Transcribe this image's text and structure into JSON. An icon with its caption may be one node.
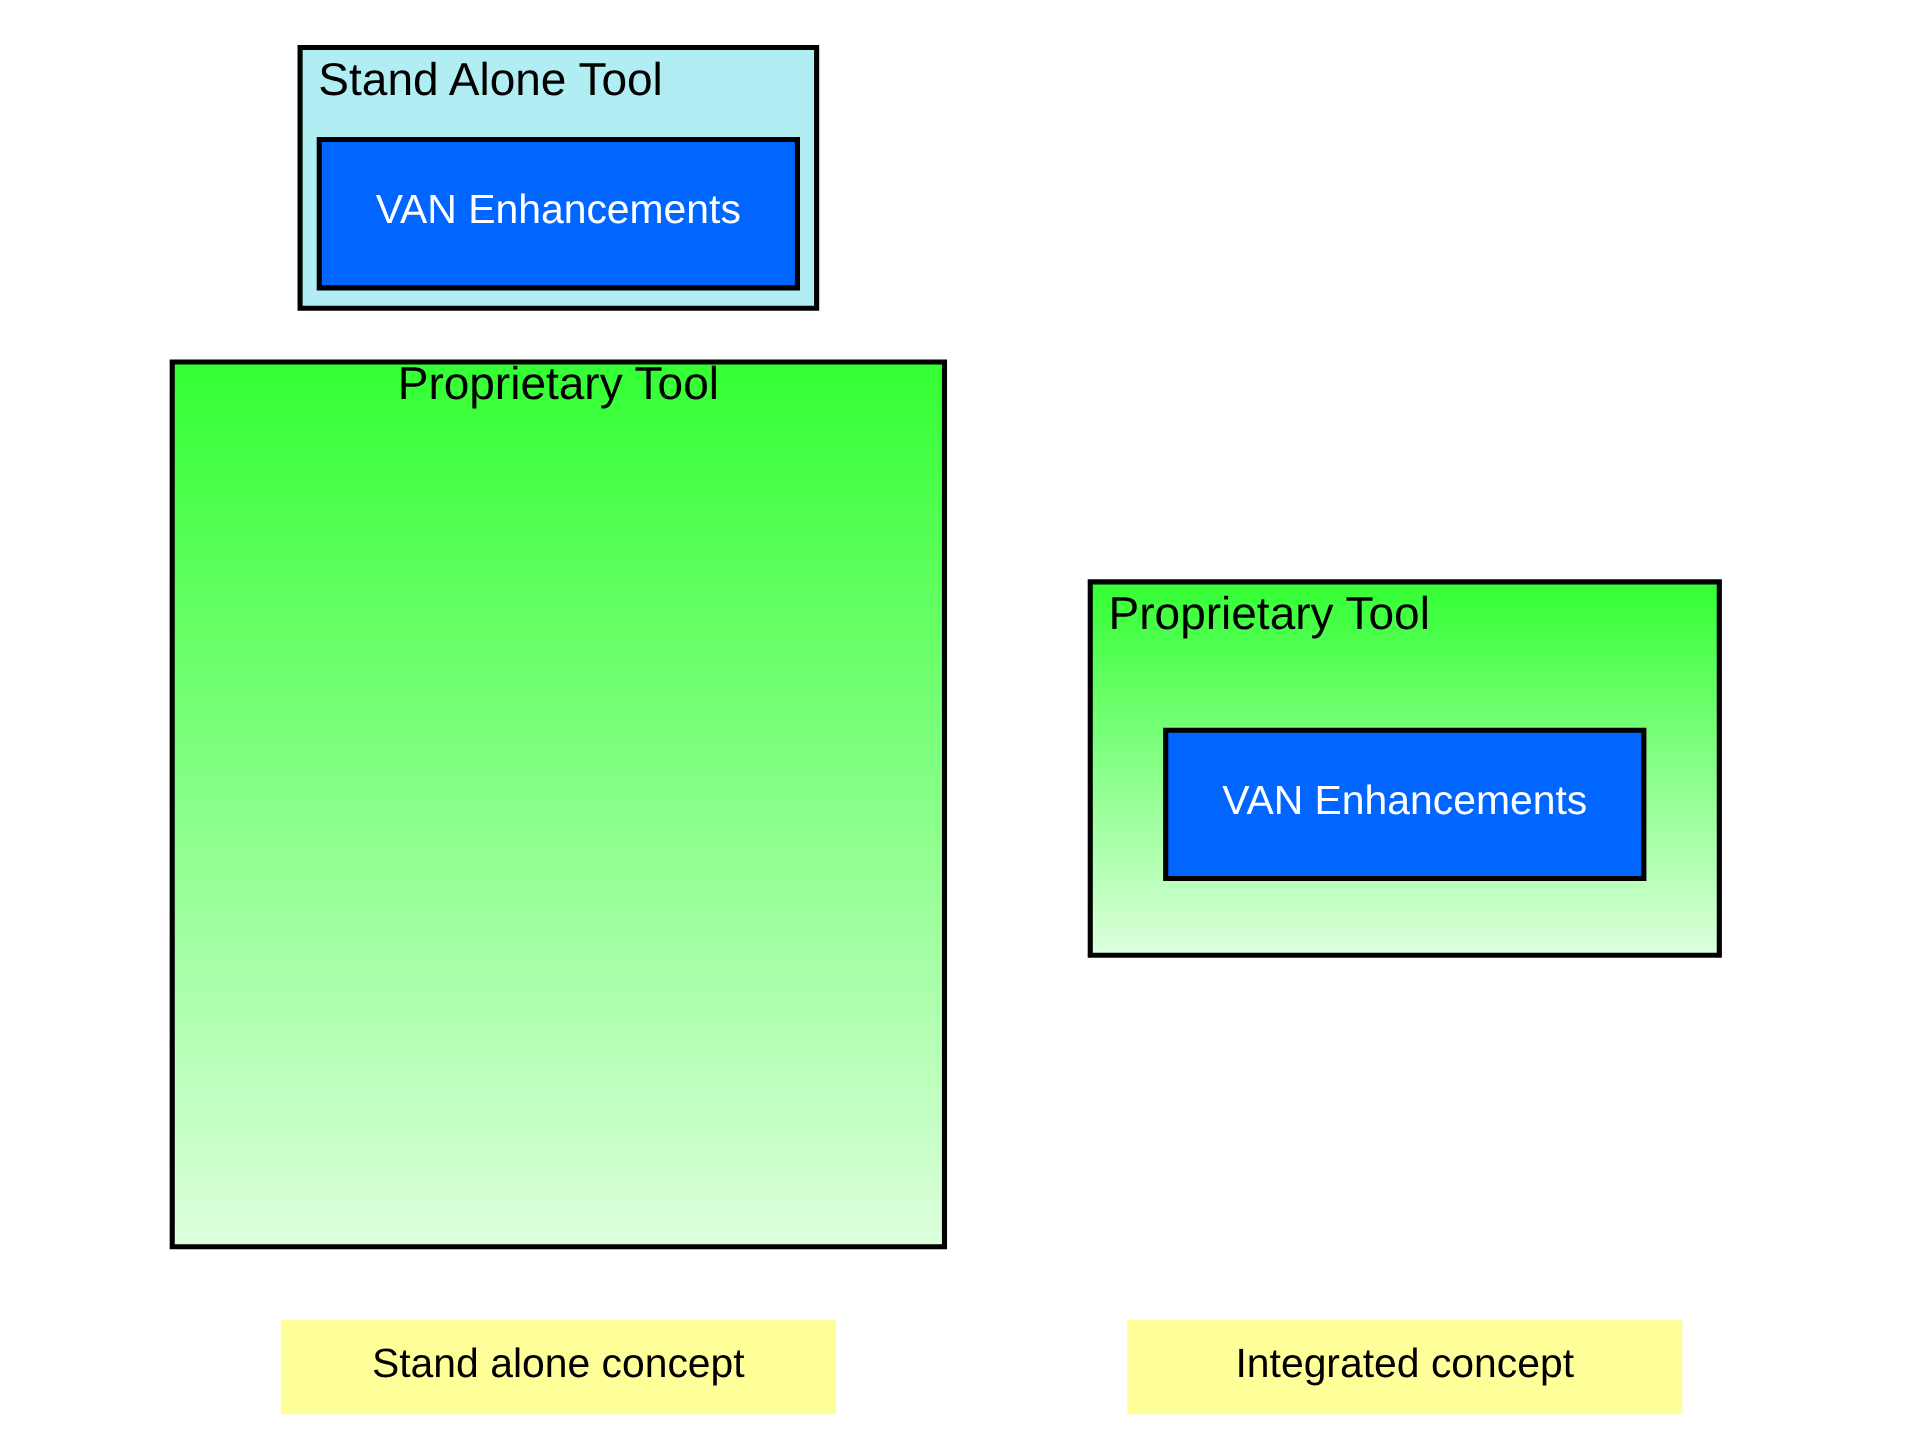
{
  "diagram": {
    "nodes": [
      {
        "text": [
          "Stand Alone Tool"
        ]
      },
      {
        "text": [
          "VAN Enhancements"
        ],
        "in": 0
      },
      {
        "text": [
          "Proprietary Tool"
        ]
      },
      {
        "text": [
          "Proprietary Tool"
        ]
      },
      {
        "text": [
          "VAN Enhancements"
        ],
        "in": 3
      },
      {
        "text": [
          "Stand alone concept"
        ]
      },
      {
        "text": [
          "Integrated concept"
        ]
      }
    ],
    "edges": []
  }
}
